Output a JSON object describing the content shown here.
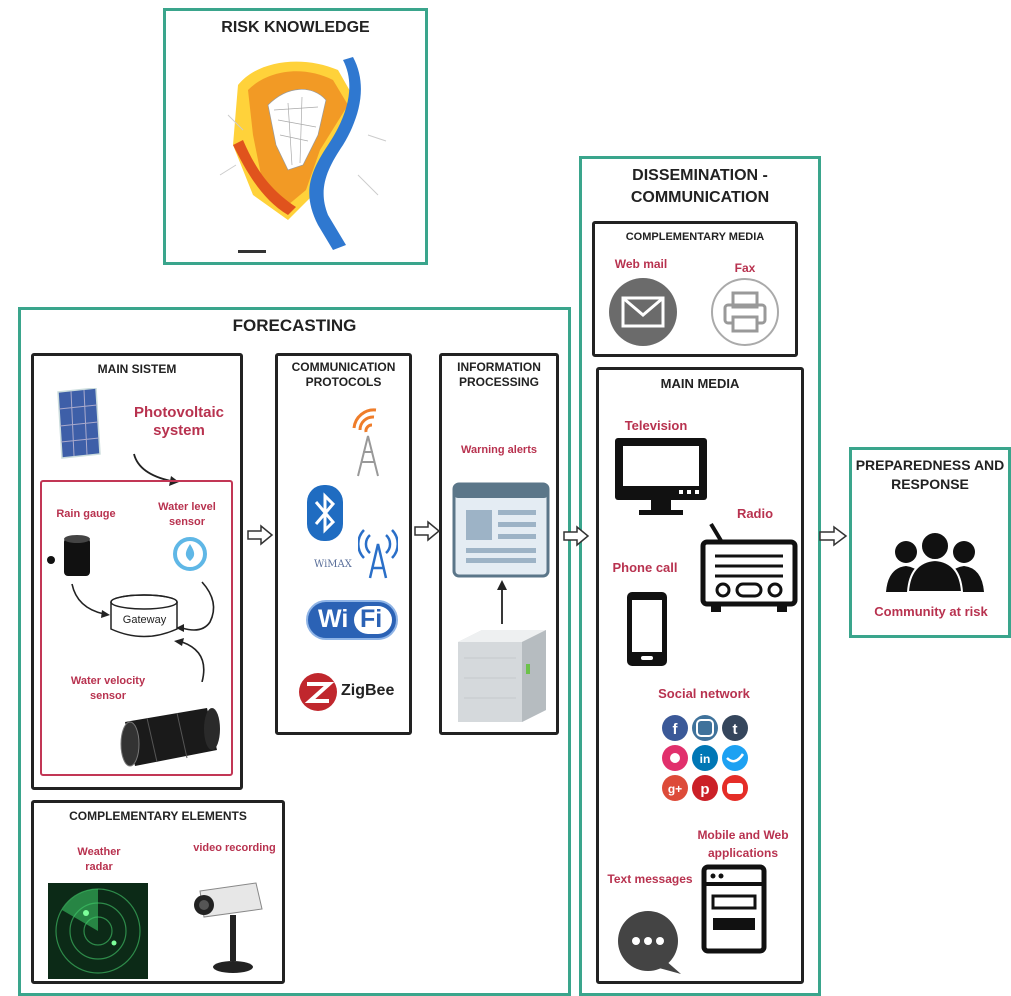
{
  "risk_knowledge": {
    "title": "RISK KNOWLEDGE"
  },
  "forecasting": {
    "title": "FORECASTING",
    "main_system": {
      "title": "MAIN SISTEM",
      "photovoltaic": "Photovoltaic system",
      "rain_gauge": "Rain gauge",
      "water_level": "Water level sensor",
      "gateway": "Gateway",
      "water_velocity": "Water velocity sensor"
    },
    "communication_protocols": {
      "title": "COMMUNICATION PROTOCOLS",
      "wimax": "WiMAX",
      "wifi_wi": "Wi",
      "wifi_fi": "Fi",
      "zigbee": "ZigBee"
    },
    "information_processing": {
      "title": "INFORMATION PROCESSING",
      "warning_alerts": "Warning alerts"
    },
    "complementary_elements": {
      "title": "COMPLEMENTARY ELEMENTS",
      "weather_radar": "Weather radar",
      "video_recording": "video recording"
    }
  },
  "dissemination": {
    "title": "DISSEMINATION - COMMUNICATION",
    "complementary_media": {
      "title": "COMPLEMENTARY MEDIA",
      "web_mail": "Web mail",
      "fax": "Fax"
    },
    "main_media": {
      "title": "MAIN MEDIA",
      "television": "Television",
      "radio": "Radio",
      "phone_call": "Phone call",
      "social_network": "Social network",
      "mobile_web": "Mobile and Web applications",
      "text_messages": "Text messages"
    }
  },
  "preparedness": {
    "title": "PREPAREDNESS AND RESPONSE",
    "community": "Community at risk"
  },
  "colors": {
    "teal_border": "#3aa58c",
    "label_red": "#b8324f",
    "dark": "#222222"
  },
  "icons": [
    "flood-map",
    "solar-panel-icon",
    "rain-gauge-icon",
    "water-drop-icon",
    "motor-icon",
    "antenna-tower-icon",
    "bluetooth-icon",
    "wimax-icon",
    "wifi-icon",
    "zigbee-icon",
    "alert-window-icon",
    "server-icon",
    "radar-icon",
    "camera-icon",
    "mail-icon",
    "fax-icon",
    "television-icon",
    "radio-icon",
    "phone-icon",
    "social-network-icons",
    "web-app-icon",
    "chat-bubble-icon",
    "people-icon"
  ]
}
